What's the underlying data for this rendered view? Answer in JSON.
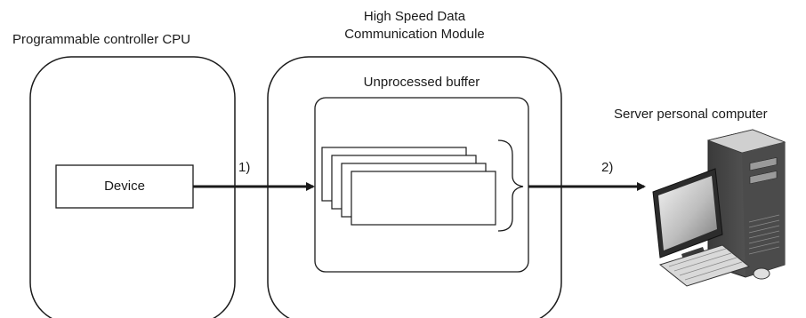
{
  "labels": {
    "cpu_title": "Programmable controller CPU",
    "module_title_line1": "High Speed Data",
    "module_title_line2": "Communication Module",
    "buffer_title": "Unprocessed buffer",
    "server_title": "Server personal computer",
    "device": "Device",
    "step1": "1)",
    "step2": "2)"
  },
  "icons": {
    "server": "desktop-computer-icon"
  },
  "colors": {
    "line": "#1a1a1a",
    "background": "#ffffff"
  }
}
